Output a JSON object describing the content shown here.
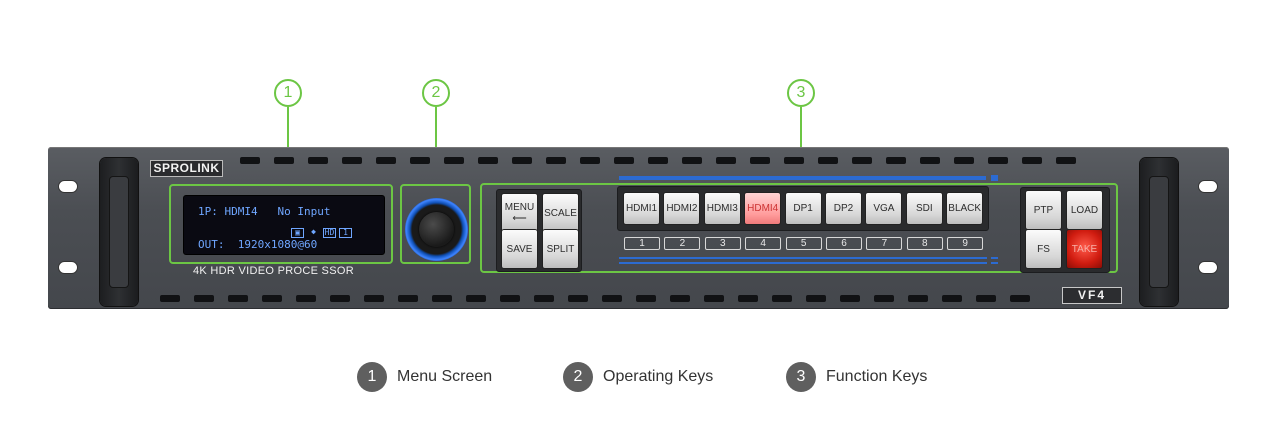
{
  "callouts": [
    "1",
    "2",
    "3"
  ],
  "brand": "SPROLINK",
  "model_label": "4K HDR VIDEO PROCE SSOR",
  "model_badge": "VF4",
  "lcd": {
    "line1": "1P: HDMI4   No Input",
    "line2": "OUT:  1920x1080@60",
    "icons": [
      "▣",
      "◆",
      "HD",
      "1"
    ]
  },
  "operating_keys": {
    "menu": "MENU",
    "menu_arrow": "⟵",
    "scale": "SCALE",
    "save": "SAVE",
    "split": "SPLIT"
  },
  "source_keys": [
    {
      "label": "HDMI1",
      "num": "1",
      "active": false
    },
    {
      "label": "HDMI2",
      "num": "2",
      "active": false
    },
    {
      "label": "HDMI3",
      "num": "3",
      "active": false
    },
    {
      "label": "HDMI4",
      "num": "4",
      "active": true
    },
    {
      "label": "DP1",
      "num": "5",
      "active": false
    },
    {
      "label": "DP2",
      "num": "6",
      "active": false
    },
    {
      "label": "VGA",
      "num": "7",
      "active": false
    },
    {
      "label": "SDI",
      "num": "8",
      "active": false
    },
    {
      "label": "BLACK",
      "num": "9",
      "active": false
    }
  ],
  "function_keys": {
    "ptp": "PTP",
    "load": "LOAD",
    "fs": "FS",
    "take": "TAKE"
  },
  "legend": [
    {
      "num": "1",
      "label": "Menu Screen"
    },
    {
      "num": "2",
      "label": "Operating Keys"
    },
    {
      "num": "3",
      "label": "Function Keys"
    }
  ],
  "colors": {
    "callout_green": "#6cc644",
    "accent_blue": "#2c6bd1",
    "active_key": "#ff9b9b",
    "take_red": "#d01c10"
  }
}
